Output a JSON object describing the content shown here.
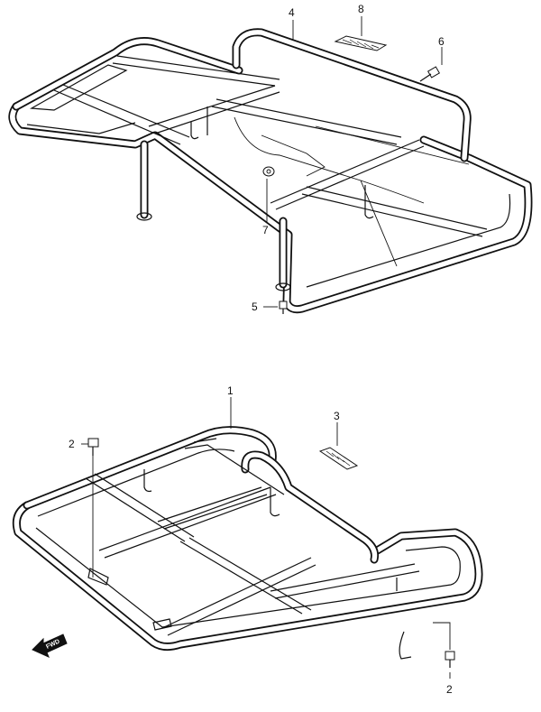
{
  "callouts": {
    "c1": "1",
    "c2a": "2",
    "c2b": "2",
    "c3": "3",
    "c4": "4",
    "c5": "5",
    "c6": "6",
    "c7": "7",
    "c8": "8"
  },
  "fwd_label": "FWD"
}
